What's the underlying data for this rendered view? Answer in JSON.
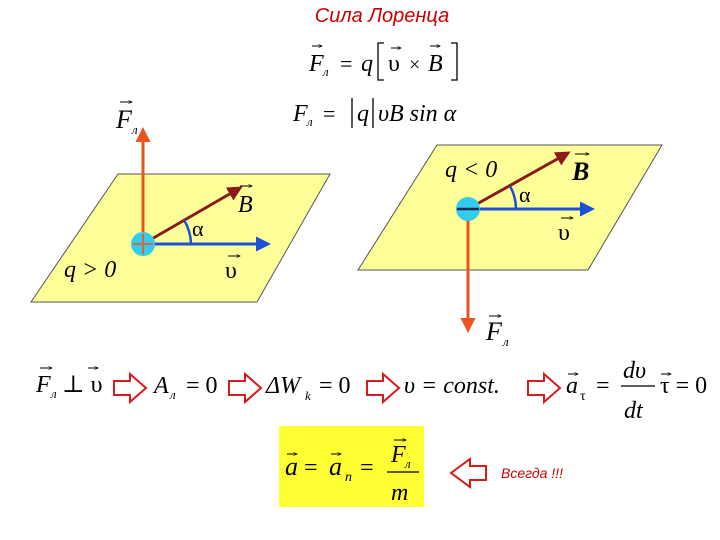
{
  "title": "Сила Лоренца",
  "colors": {
    "title": "#cc0000",
    "plane_fill": "#ffff99",
    "plane_stroke": "#555555",
    "force": "#e8541c",
    "field": "#8b1a1a",
    "velocity": "#1a4fd6",
    "charge": "#33ccee",
    "charge_plus_mark": "#d46a3a",
    "impl_arrow": "#d81b1b",
    "highlight": "#ffff33",
    "note": "#cc0000"
  },
  "formulas": {
    "vector_force": {
      "F": "F",
      "sub": "л",
      "eq": "=",
      "q": "q",
      "v": "υ",
      "times": "×",
      "B": "B"
    },
    "magnitude_force": {
      "F": "F",
      "sub": "л",
      "eq": "=",
      "q": "q",
      "rest": "υB sin α"
    }
  },
  "left_diagram": {
    "force": {
      "F": "F",
      "sub": "л"
    },
    "field": "B",
    "angle": "α",
    "velocity": "υ",
    "charge_cond": "q > 0"
  },
  "right_diagram": {
    "force": {
      "F": "F",
      "sub": "л"
    },
    "field": "B",
    "angle": "α",
    "velocity": "υ",
    "charge_cond": "q < 0"
  },
  "chain": {
    "s1_F": "F",
    "s1_sub": "л",
    "s1_rel": "⊥ υ",
    "s2_A": "A",
    "s2_sub": "л",
    "s2_rest": "= 0",
    "s3_W": "ΔW",
    "s3_sub": "k",
    "s3_rest": "= 0",
    "s4": "υ = const.",
    "s5_a": "a",
    "s5_sub": "τ",
    "s5_eq": "=",
    "s5_num": "dυ",
    "s5_den": "dt",
    "s5_rest": "τ = 0"
  },
  "result": {
    "a": "a",
    "eq": "=",
    "a2": "a",
    "a2_sub": "n",
    "eq2": "=",
    "num_F": "F",
    "num_sub": "л",
    "den": "m"
  },
  "note": "Всегда !!!"
}
